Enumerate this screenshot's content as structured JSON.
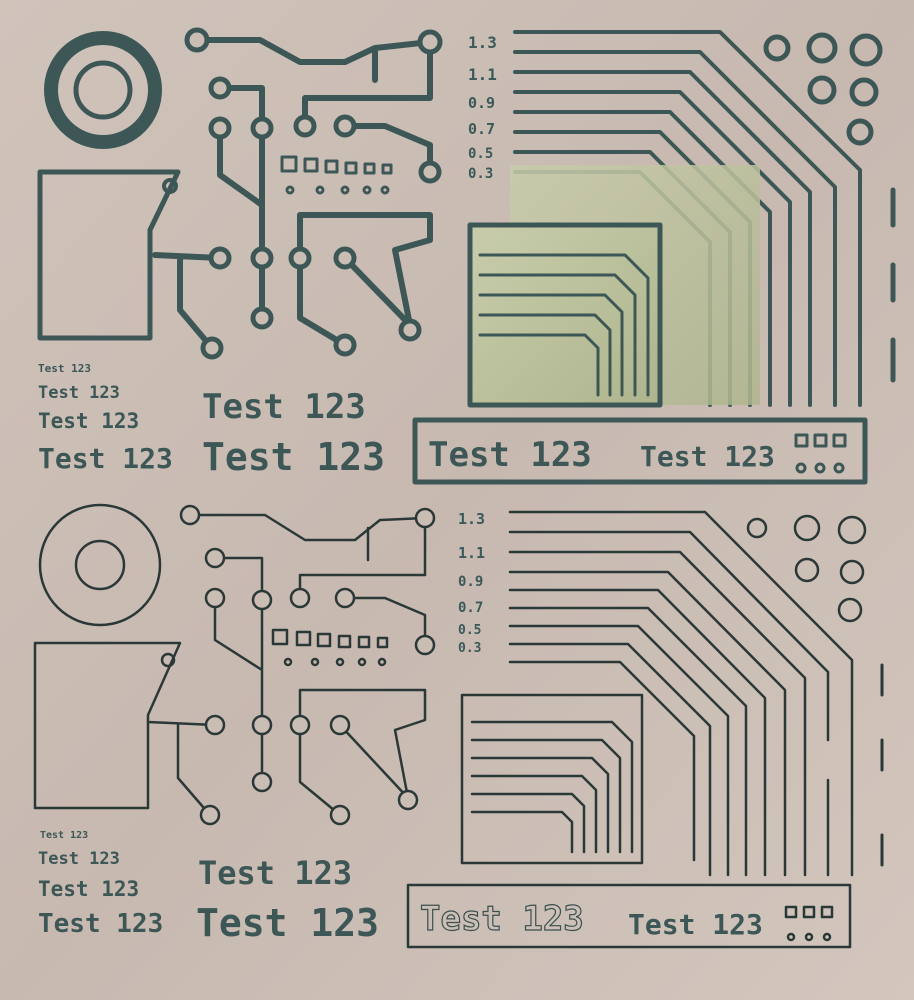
{
  "colors": {
    "metal": "#c9bdb4",
    "metal_light": "#d8cdc4",
    "etch": "#3d5757",
    "fill_green": "#bcc29c",
    "dark_line": "#2b3838"
  },
  "top_panel": {
    "clearance_labels": [
      "1.3",
      "1.1",
      "0.9",
      "0.7",
      "0.5",
      "0.3"
    ],
    "text_samples": [
      "Test 123",
      "Test 123",
      "Test 123",
      "Test 123",
      "Test 123",
      "Test 123"
    ],
    "box_texts": [
      "Test 123",
      "Test 123"
    ]
  },
  "bottom_panel": {
    "clearance_labels": [
      "1.3",
      "1.1",
      "0.9",
      "0.7",
      "0.5",
      "0.3"
    ],
    "text_samples": [
      "Test 123",
      "Test 123",
      "Test 123",
      "Test 123",
      "Test 123",
      "Test 123"
    ],
    "box_texts": [
      "Test 123",
      "Test 123"
    ]
  }
}
